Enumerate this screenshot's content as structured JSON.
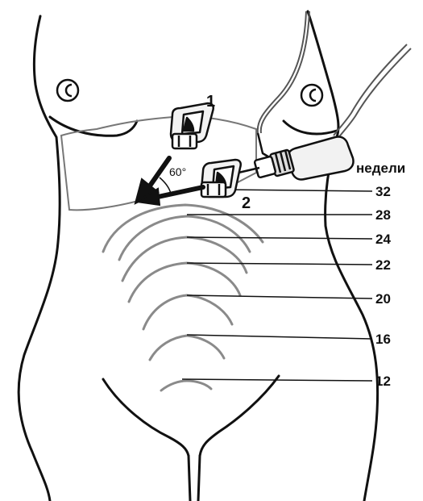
{
  "diagram": {
    "units_label": "недели",
    "angle_label": "60°",
    "transducers": [
      {
        "label": "1"
      },
      {
        "label": "2"
      }
    ],
    "fundal_heights": [
      {
        "weeks": "32"
      },
      {
        "weeks": "28"
      },
      {
        "weeks": "24"
      },
      {
        "weeks": "22"
      },
      {
        "weeks": "20"
      },
      {
        "weeks": "16"
      },
      {
        "weeks": "12"
      }
    ],
    "colors": {
      "outline": "#111111",
      "uterus_arcs": "#8a8a8a",
      "liver": "#777777",
      "tube": "#555555",
      "probe_fill": "#f2f2f2"
    }
  }
}
